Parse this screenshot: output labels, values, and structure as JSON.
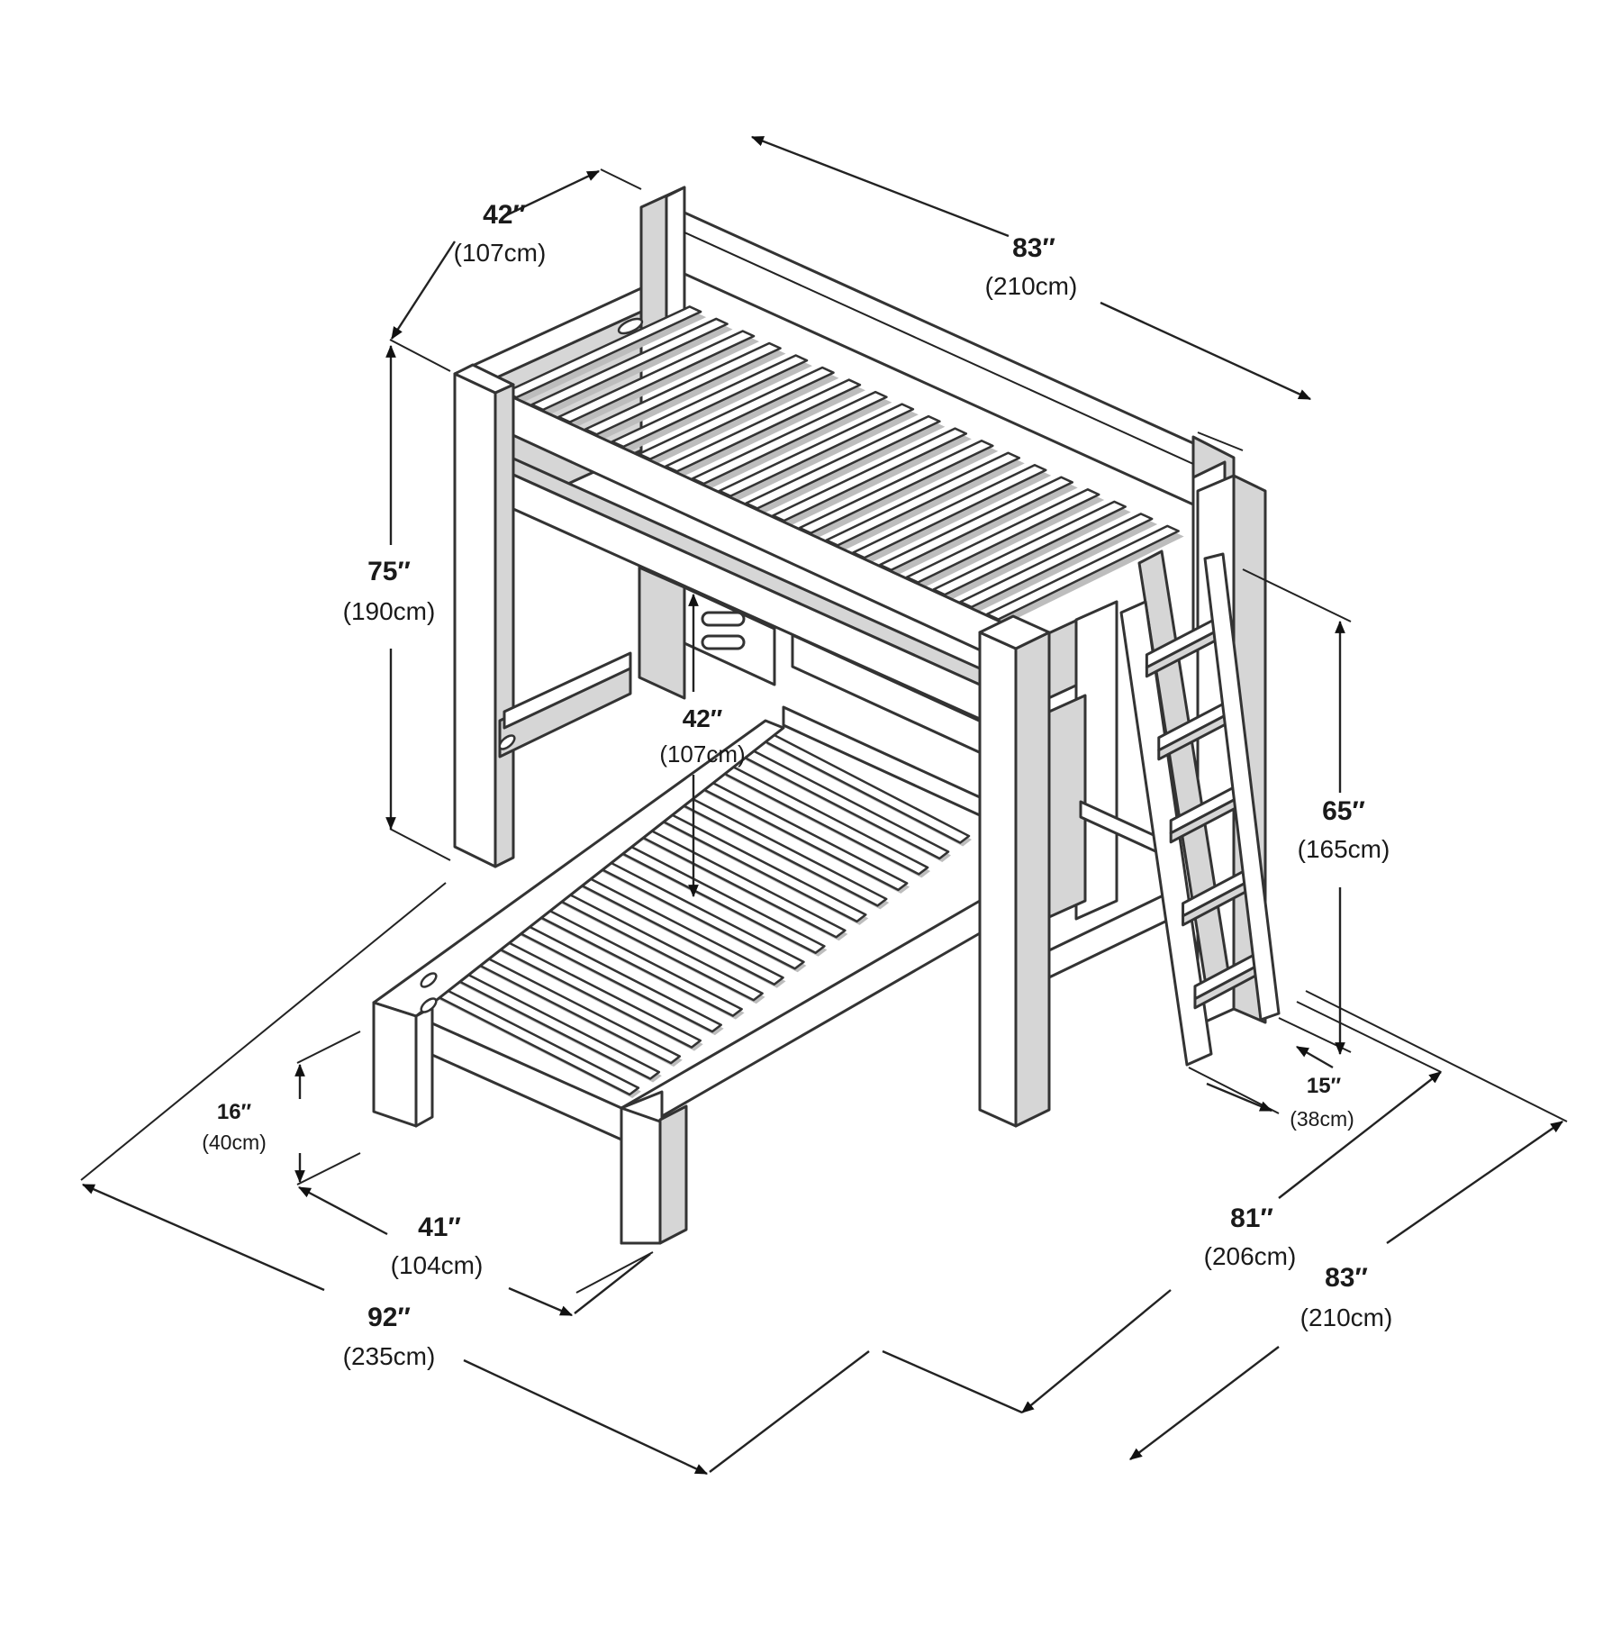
{
  "figure": {
    "alt": "",
    "colors": {
      "line": "#333333",
      "fill": "#ffffff",
      "shade": "#d6d6d6",
      "text": "#1a1a1a"
    }
  },
  "dimensions": {
    "top_width": {
      "inches": "42″",
      "cm": "(107cm)"
    },
    "top_length": {
      "inches": "83″",
      "cm": "(210cm)"
    },
    "overall_height": {
      "inches": "75″",
      "cm": "(190cm)"
    },
    "under_clearance": {
      "inches": "42″",
      "cm": "(107cm)"
    },
    "ladder_height": {
      "inches": "65″",
      "cm": "(165cm)"
    },
    "ladder_depth": {
      "inches": "15″",
      "cm": "(38cm)"
    },
    "lower_height": {
      "inches": "16″",
      "cm": "(40cm)"
    },
    "lower_width": {
      "inches": "41″",
      "cm": "(104cm)"
    },
    "overall_width": {
      "inches": "92″",
      "cm": "(235cm)"
    },
    "lower_length": {
      "inches": "81″",
      "cm": "(206cm)"
    },
    "overall_length": {
      "inches": "83″",
      "cm": "(210cm)"
    }
  }
}
